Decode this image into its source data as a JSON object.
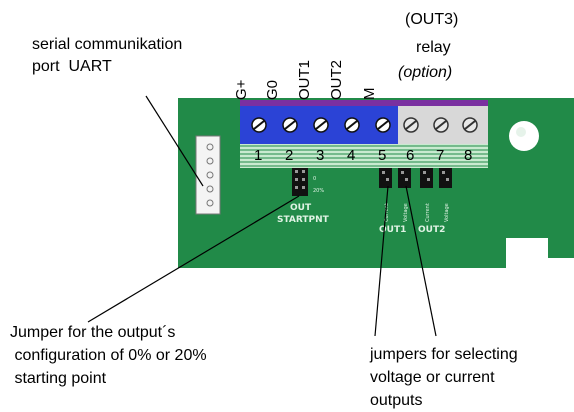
{
  "labels": {
    "uart_line1": "serial communikation",
    "uart_line2": "port  UART",
    "relay_out3": "(OUT3)",
    "relay": "relay",
    "relay_option": "(option)",
    "jumper_start_l1": "Jumper for the output´s",
    "jumper_start_l2": " configuration of 0% or 20%",
    "jumper_start_l3": " starting point",
    "jumper_sel_l1": "jumpers for selecting",
    "jumper_sel_l2": "voltage or current",
    "jumper_sel_l3": "outputs"
  },
  "terminal_labels": [
    "G+",
    "G0",
    "OUT1",
    "OUT2",
    "M"
  ],
  "terminal_numbers": [
    "1",
    "2",
    "3",
    "4",
    "5",
    "6",
    "7",
    "8"
  ],
  "pcb_text": {
    "out": "OUT",
    "startpnt": "STARTPNT",
    "out1": "OUT1",
    "out2": "OUT2",
    "current": "Current",
    "voltage": "Voltage",
    "zero": "0",
    "twenty": "20%"
  },
  "colors": {
    "pcb": "#218a48",
    "terminal_blue": "#2b43d6",
    "terminal_gray": "#d8d8d8",
    "stripe": "#c9ead0"
  }
}
